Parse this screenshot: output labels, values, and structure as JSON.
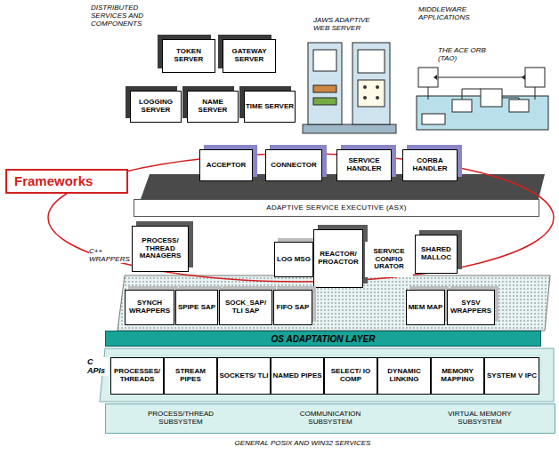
{
  "diagram": {
    "nodes": [
      {
        "text": [
          "TOKEN SERVER"
        ]
      },
      {
        "text": [
          "GATEWAY SERVER"
        ]
      },
      {
        "text": [
          "LOGGING SERVER"
        ]
      },
      {
        "text": [
          "NAME SERVER"
        ]
      },
      {
        "text": [
          "TIME SERVER"
        ]
      },
      {
        "text": [
          "Frameworks"
        ]
      },
      {
        "text": [
          "ACCEPTOR"
        ]
      },
      {
        "text": [
          "CONNECTOR"
        ]
      },
      {
        "text": [
          "SERVICE HANDLER"
        ]
      },
      {
        "text": [
          "CORBA HANDLER"
        ]
      },
      {
        "text": [
          "ADAPTIVE SERVICE EXECUTIVE (ASX)"
        ]
      },
      {
        "text": [
          "PROCESS/ THREAD MANAGERS"
        ]
      },
      {
        "text": [
          "LOG MSG"
        ]
      },
      {
        "text": [
          "REACTOR/ PROACTOR"
        ]
      },
      {
        "text": [
          "SERVICE CONFIG URATOR"
        ]
      },
      {
        "text": [
          "SHARED MALLOC"
        ]
      },
      {
        "text": [
          "SYNCH WRAPPERS"
        ]
      },
      {
        "text": [
          "SPIPE SAP"
        ]
      },
      {
        "text": [
          "SOCK_SAP/ TLI SAP"
        ]
      },
      {
        "text": [
          "FIFO SAP"
        ]
      },
      {
        "text": [
          "MEM MAP"
        ]
      },
      {
        "text": [
          "SYSV WRAPPERS"
        ]
      },
      {
        "text": [
          "OS ADAPTATION LAYER"
        ]
      },
      {
        "text": [
          "PROCESSES/ THREADS"
        ]
      },
      {
        "text": [
          "STREAM PIPES"
        ]
      },
      {
        "text": [
          "SOCKETS/ TLI"
        ]
      },
      {
        "text": [
          "NAMED PIPES"
        ]
      },
      {
        "text": [
          "SELECT/ IO COMP"
        ]
      },
      {
        "text": [
          "DYNAMIC LINKING"
        ]
      },
      {
        "text": [
          "MEMORY MAPPING"
        ]
      },
      {
        "text": [
          "SYSTEM V IPC"
        ]
      },
      {
        "text": [
          "PROCESS/THREAD SUBSYSTEM",
          "COMMUNICATION SUBSYSTEM",
          "VIRTUAL MEMORY SUBSYSTEM"
        ]
      }
    ],
    "labels": [
      "DISTRIBUTED SERVICES AND COMPONENTS",
      "MIDDLEWARE APPLICATIONS",
      "JAWS ADAPTIVE WEB SERVER",
      "THE ACE ORB (TAO)",
      "C++ WRAPPERS",
      "C APIs",
      "GENERAL POSIX AND WIN32 SERVICES"
    ]
  }
}
